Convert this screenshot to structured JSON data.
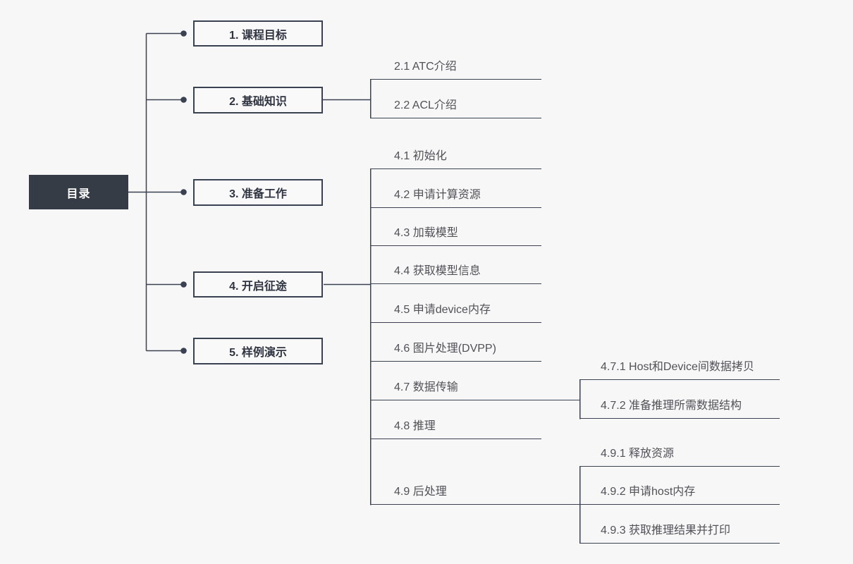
{
  "diagram": {
    "title": "mind-map table of contents",
    "root": {
      "label": "目录"
    },
    "level1": [
      {
        "label": "1. 课程目标"
      },
      {
        "label": "2. 基础知识"
      },
      {
        "label": "3. 准备工作"
      },
      {
        "label": "4. 开启征途"
      },
      {
        "label": "5. 样例演示"
      }
    ],
    "level2": {
      "ch2": [
        {
          "label": "2.1 ATC介绍"
        },
        {
          "label": "2.2 ACL介绍"
        }
      ],
      "ch4": [
        {
          "label": "4.1 初始化"
        },
        {
          "label": "4.2 申请计算资源"
        },
        {
          "label": "4.3 加载模型"
        },
        {
          "label": "4.4 获取模型信息"
        },
        {
          "label": "4.5 申请device内存"
        },
        {
          "label": "4.6 图片处理(DVPP)"
        },
        {
          "label": "4.7 数据传输"
        },
        {
          "label": "4.8 推理"
        },
        {
          "label": "4.9 后处理"
        }
      ]
    },
    "level3": {
      "ch47": [
        {
          "label": "4.7.1 Host和Device间数据拷贝"
        },
        {
          "label": "4.7.2 准备推理所需数据结构"
        }
      ],
      "ch49": [
        {
          "label": "4.9.1 释放资源"
        },
        {
          "label": "4.9.2 申请host内存"
        },
        {
          "label": "4.9.3 获取推理结果并打印"
        }
      ]
    },
    "colors": {
      "background": "#f7f7f8",
      "root_fill": "#363c46",
      "root_text": "#ffffff",
      "line": "#3a4150",
      "node_text": "#2f3440",
      "leaf_text": "#515257"
    }
  }
}
